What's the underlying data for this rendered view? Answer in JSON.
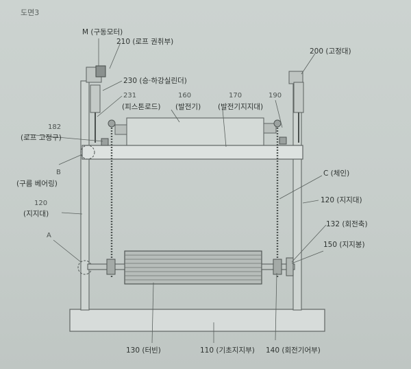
{
  "figure_title": "도면3",
  "labels": {
    "drive_motor": "M (구동모터)",
    "rope_winder": "210 (로프 권취부)",
    "fixing_block": "200 (고정대)",
    "lift_cylinder": "230 (승·하강실린더)",
    "piston_rod_no": "231",
    "piston_rod": "(피스톤로드)",
    "generator_no": "160",
    "generator": "(발전기)",
    "gen_support_no": "170",
    "gen_support": "(발전기지지대)",
    "n190": "190",
    "rope_fixer_no": "182",
    "rope_fixer": "(로프 고정구)",
    "b": "B",
    "guide_bearing": "(구름 베어링)",
    "chain": "C (체인)",
    "support_right": "120 (지지대)",
    "support_left_no": "120",
    "support_left": "(지지대)",
    "rotating_shaft": "132 (회전축)",
    "a": "A",
    "support_bar": "150 (지지봉)",
    "turbine": "130 (터빈)",
    "base_support": "110 (기초지지부)",
    "rotating_gear": "140 (회전기어부)"
  }
}
